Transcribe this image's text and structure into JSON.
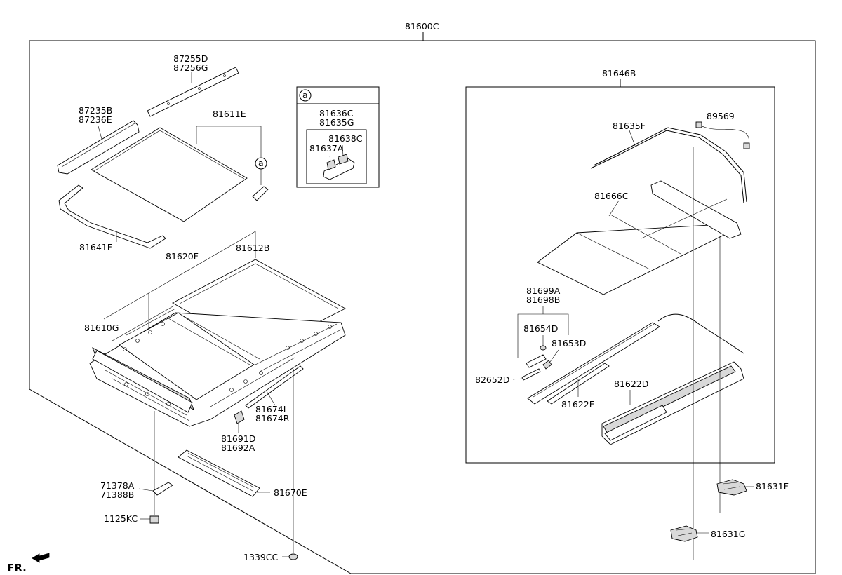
{
  "diagram": {
    "assembly_label": "81600C",
    "sub_assembly_label": "81646B",
    "callout_marker": "a",
    "front_label": "FR.",
    "parts": {
      "p87255d": "87255D",
      "p87256g": "87256G",
      "p87235b": "87235B",
      "p87236e": "87236E",
      "p81611e": "81611E",
      "p81641f": "81641F",
      "p81636c": "81636C",
      "p81635g": "81635G",
      "p81638c": "81638C",
      "p81637a": "81637A",
      "p81620f": "81620F",
      "p81612b": "81612B",
      "p81610g": "81610G",
      "p81674l": "81674L",
      "p81674r": "81674R",
      "p81691d": "81691D",
      "p81692a": "81692A",
      "p71378a": "71378A",
      "p71388b": "71388B",
      "p81670e": "81670E",
      "p1125kc": "1125KC",
      "p1339cc": "1339CC",
      "p81635f": "81635F",
      "p89569": "89569",
      "p81666c": "81666C",
      "p81699a": "81699A",
      "p81698b": "81698B",
      "p81654d": "81654D",
      "p81653d": "81653D",
      "p82652d": "82652D",
      "p81622d": "81622D",
      "p81622e": "81622E",
      "p81631f": "81631F",
      "p81631g": "81631G"
    }
  }
}
